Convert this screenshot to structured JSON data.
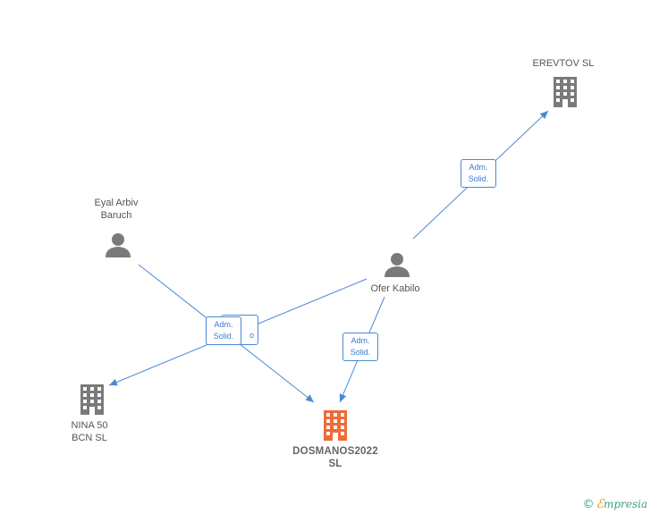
{
  "nodes": {
    "erevtov": {
      "label": "EREVTOV  SL"
    },
    "eyal": {
      "label": "Eyal Arbiv\nBaruch"
    },
    "ofer": {
      "label": "Ofer Kabilo"
    },
    "nina": {
      "label": "NINA 50\nBCN  SL"
    },
    "dosmanos": {
      "label": "DOSMANOS2022\nSL"
    }
  },
  "edges": {
    "ofer_erevtov": {
      "label": "Adm.\nSolid."
    },
    "ofer_dosmanos": {
      "label": "Adm.\nSolid."
    },
    "eyal_nina": {
      "label": "Adm.\nSolid."
    },
    "behind_fragment": {
      "label": "o"
    }
  },
  "colors": {
    "edge": "#4a89d6",
    "company": "#7a7a7a",
    "focus_company": "#f06a38",
    "person": "#7a7a7a"
  },
  "footer": {
    "copyright": "©",
    "brand_first": "ℰ",
    "brand_rest": "mpresia"
  }
}
